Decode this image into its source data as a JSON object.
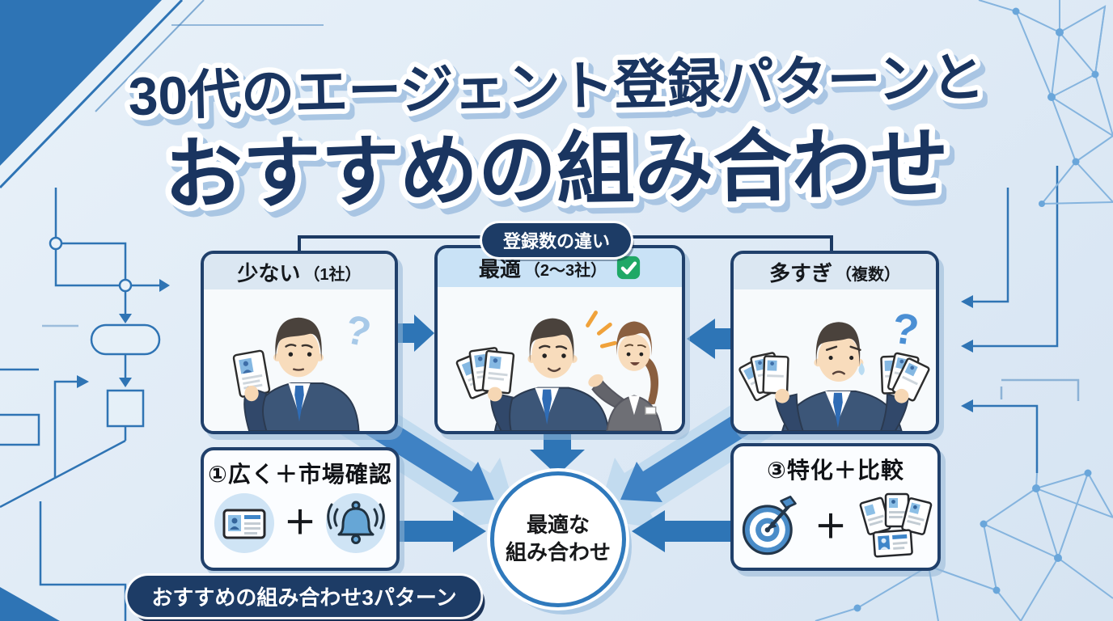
{
  "title": {
    "line1": "30代のエージェント登録パターンと",
    "line2": "おすすめの組み合わせ"
  },
  "badges": {
    "top": "登録数の違い",
    "bottom": "おすすめの組み合わせ3パターン"
  },
  "cards": {
    "few": {
      "label": "少ない",
      "sub": "（1社）"
    },
    "optimal": {
      "label": "最適",
      "sub": "（2〜3社）",
      "checked": true
    },
    "too_many": {
      "label": "多すぎ",
      "sub": "（複数）"
    }
  },
  "patterns": {
    "p1": {
      "title": "①広く＋市場確認",
      "icons": [
        "id-card-icon",
        "bell-icon"
      ]
    },
    "p3": {
      "title": "③特化＋比較",
      "icons": [
        "target-icon",
        "cards-stack-icon"
      ]
    },
    "plus": "＋"
  },
  "result": {
    "line1": "最適な",
    "line2": "組み合わせ"
  },
  "colors": {
    "navy": "#1d3c66",
    "flow_blue": "#2e75b6",
    "pale_arrow": "#c2dbef",
    "bg_light_blue": "#dfe9f4",
    "header_blue": "#c9e2f6",
    "header_gray": "#dbe7f2",
    "icon_circle_bg": "#cfe4f5",
    "green_check": "#1fa866",
    "orange_accent": "#f0a23b",
    "question_light": "#a7c9e8",
    "question_strong": "#4b8fd4"
  }
}
